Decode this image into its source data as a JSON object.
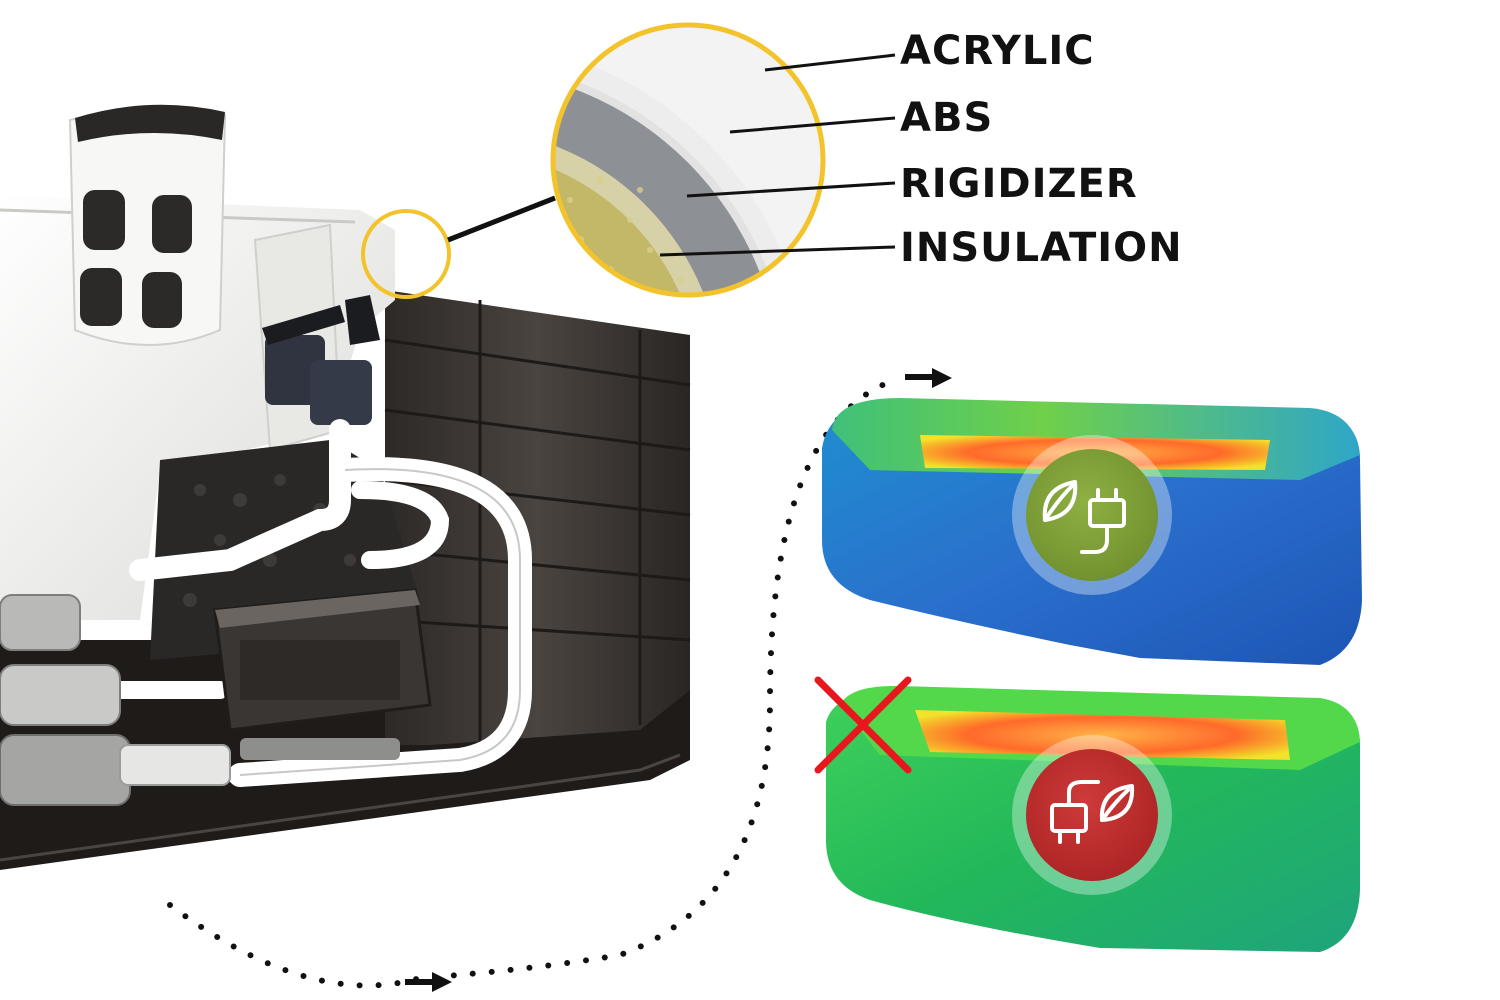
{
  "layers": [
    {
      "label": "ACRYLIC",
      "color": "#ededed"
    },
    {
      "label": "ABS",
      "color": "#8d9094"
    },
    {
      "label": "RIGIDIZER",
      "color": "#d7d1a8"
    },
    {
      "label": "INSULATION",
      "color": "#c2b868"
    }
  ],
  "colors": {
    "highlight_ring": "#f3c32b",
    "efficient_badge": "#7a9a34",
    "inefficient_badge": "#b72b2b",
    "cross_mark": "#e8171d",
    "cabinet": "#3a3531",
    "shell": "#f4f4f2",
    "plumbing": "#ffffff"
  },
  "icons": {
    "efficient": "leaf-plug-icon",
    "inefficient": "plug-leaf-icon",
    "rejected": "cross-mark-icon",
    "flow": "dotted-arrow-icon"
  }
}
